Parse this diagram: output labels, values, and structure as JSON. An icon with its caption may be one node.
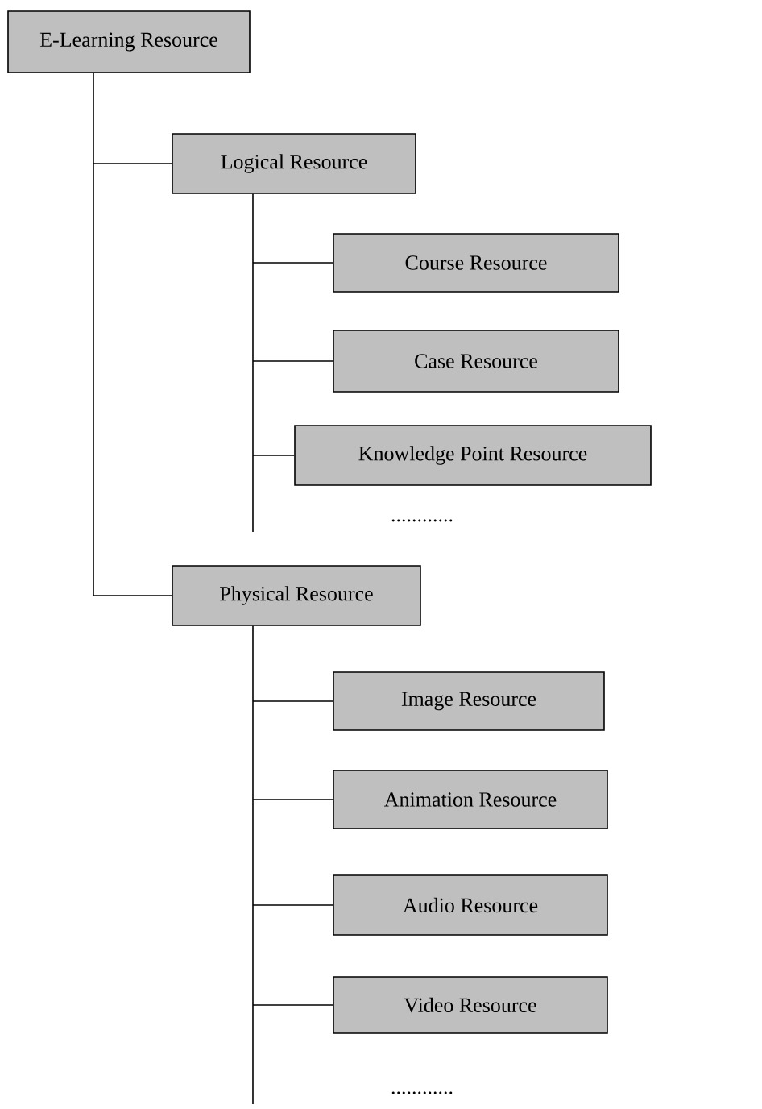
{
  "diagram": {
    "nodes": [
      {
        "text": [
          "E-Learning Resource"
        ]
      },
      {
        "text": [
          "Logical Resource"
        ]
      },
      {
        "text": [
          "Course Resource"
        ]
      },
      {
        "text": [
          "Case Resource"
        ]
      },
      {
        "text": [
          "Knowledge Point Resource"
        ]
      },
      {
        "text": [
          "Physical Resource"
        ]
      },
      {
        "text": [
          "Image Resource"
        ]
      },
      {
        "text": [
          "Animation Resource"
        ]
      },
      {
        "text": [
          "Audio Resource"
        ]
      },
      {
        "text": [
          "Video Resource"
        ]
      }
    ],
    "edges": [
      {
        "from": 0,
        "to": 1,
        "arrow": "none"
      },
      {
        "from": 0,
        "to": 5,
        "arrow": "none"
      },
      {
        "from": 1,
        "to": 2,
        "arrow": "none"
      },
      {
        "from": 1,
        "to": 3,
        "arrow": "none"
      },
      {
        "from": 1,
        "to": 4,
        "arrow": "none"
      },
      {
        "from": 5,
        "to": 6,
        "arrow": "none"
      },
      {
        "from": 5,
        "to": 7,
        "arrow": "none"
      },
      {
        "from": 5,
        "to": 8,
        "arrow": "none"
      },
      {
        "from": 5,
        "to": 9,
        "arrow": "none"
      }
    ],
    "labels": [
      "............",
      "............"
    ]
  }
}
